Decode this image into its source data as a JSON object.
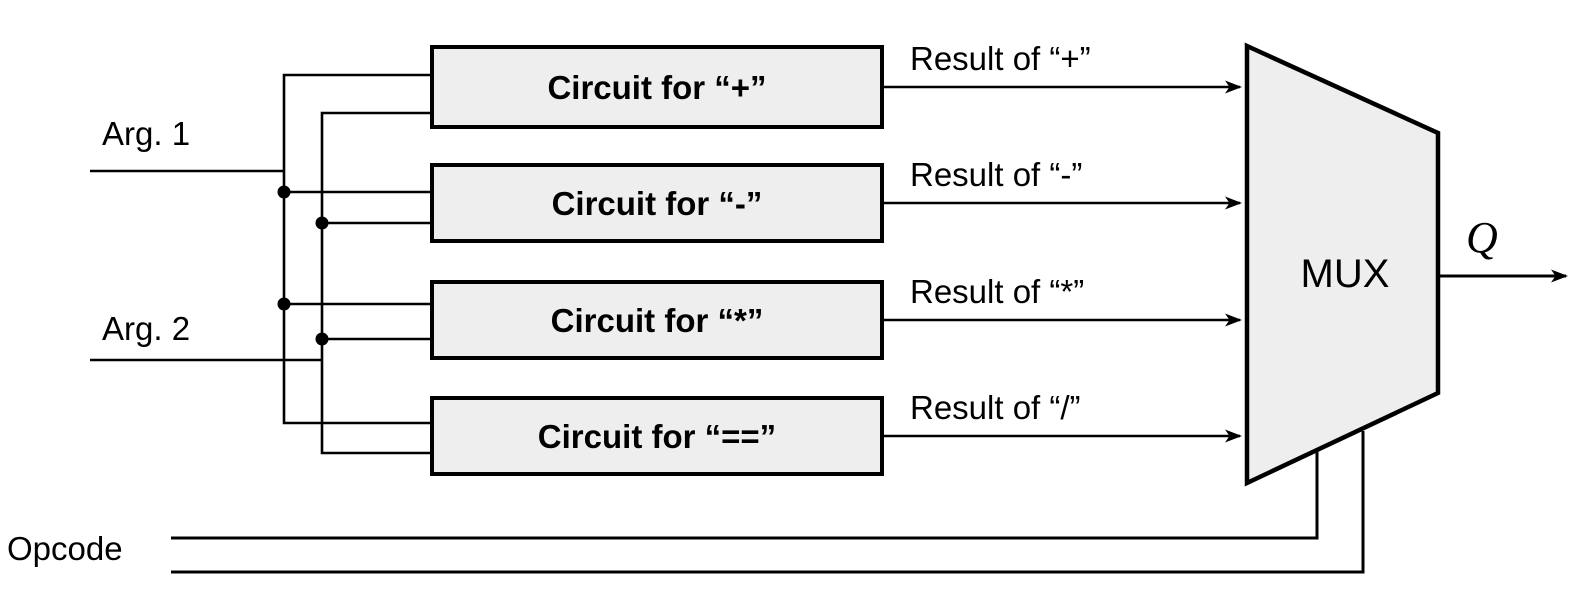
{
  "diagram": {
    "arg1_label": "Arg. 1",
    "arg2_label": "Arg. 2",
    "opcode_label": "Opcode",
    "mux_label": "MUX",
    "output_label": "Q",
    "circuits": [
      {
        "box_label": "Circuit for “+”",
        "result_label": "Result of “+”"
      },
      {
        "box_label": "Circuit for “-”",
        "result_label": "Result of “-”"
      },
      {
        "box_label": "Circuit for “*”",
        "result_label": "Result of “*”"
      },
      {
        "box_label": "Circuit for “==”",
        "result_label": "Result of “/”"
      }
    ],
    "colors": {
      "line": "#000000",
      "box_fill": "#eeeeee",
      "background": "#ffffff"
    }
  }
}
